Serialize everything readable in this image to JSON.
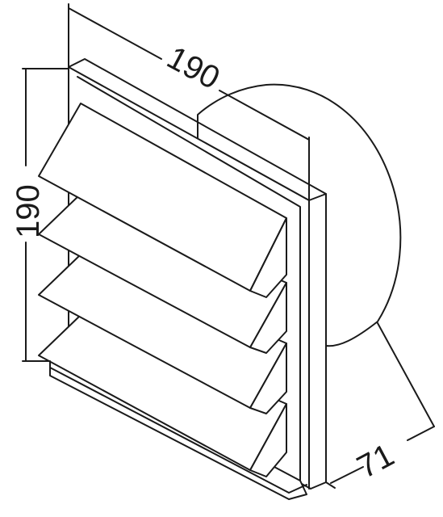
{
  "dimensions": {
    "width_label": "190",
    "height_label": "190",
    "depth_label": "71"
  },
  "colors": {
    "line": "#1a1a1a",
    "background": "#ffffff"
  }
}
